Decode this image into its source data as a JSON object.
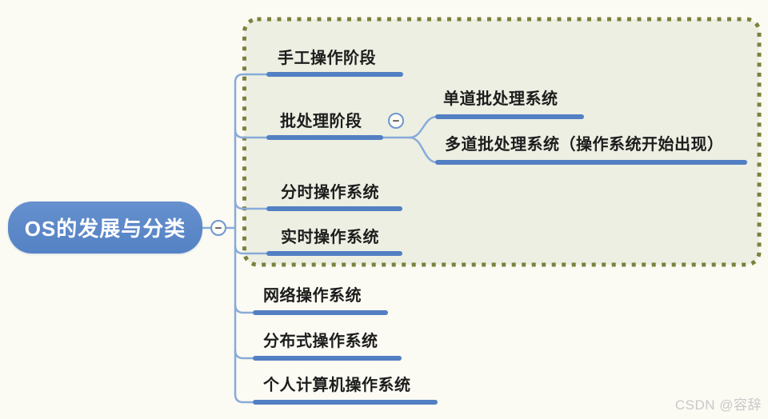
{
  "mindmap": {
    "root": {
      "label": "OS的发展与分类"
    },
    "branches": [
      {
        "label": "手工操作阶段"
      },
      {
        "label": "批处理阶段",
        "children": [
          {
            "label": "单道批处理系统"
          },
          {
            "label": "多道批处理系统（操作系统开始出现）"
          }
        ]
      },
      {
        "label": "分时操作系统"
      },
      {
        "label": "实时操作系统"
      },
      {
        "label": "网络操作系统"
      },
      {
        "label": "分布式操作系统"
      },
      {
        "label": "个人计算机操作系统"
      }
    ]
  },
  "icons": {
    "collapse_glyph": "−"
  },
  "watermark": {
    "label": "CSDN @容辞"
  },
  "colors": {
    "root_fill": "#5b87c8",
    "branch_line": "#537fc3",
    "connector_line": "#88abda",
    "group_box_fill": "#ecefe2",
    "group_box_border": "#7d803c",
    "page_bg": "#fbfaf3",
    "text": "#1d1d1d",
    "watermark": "#c9c9c9"
  }
}
